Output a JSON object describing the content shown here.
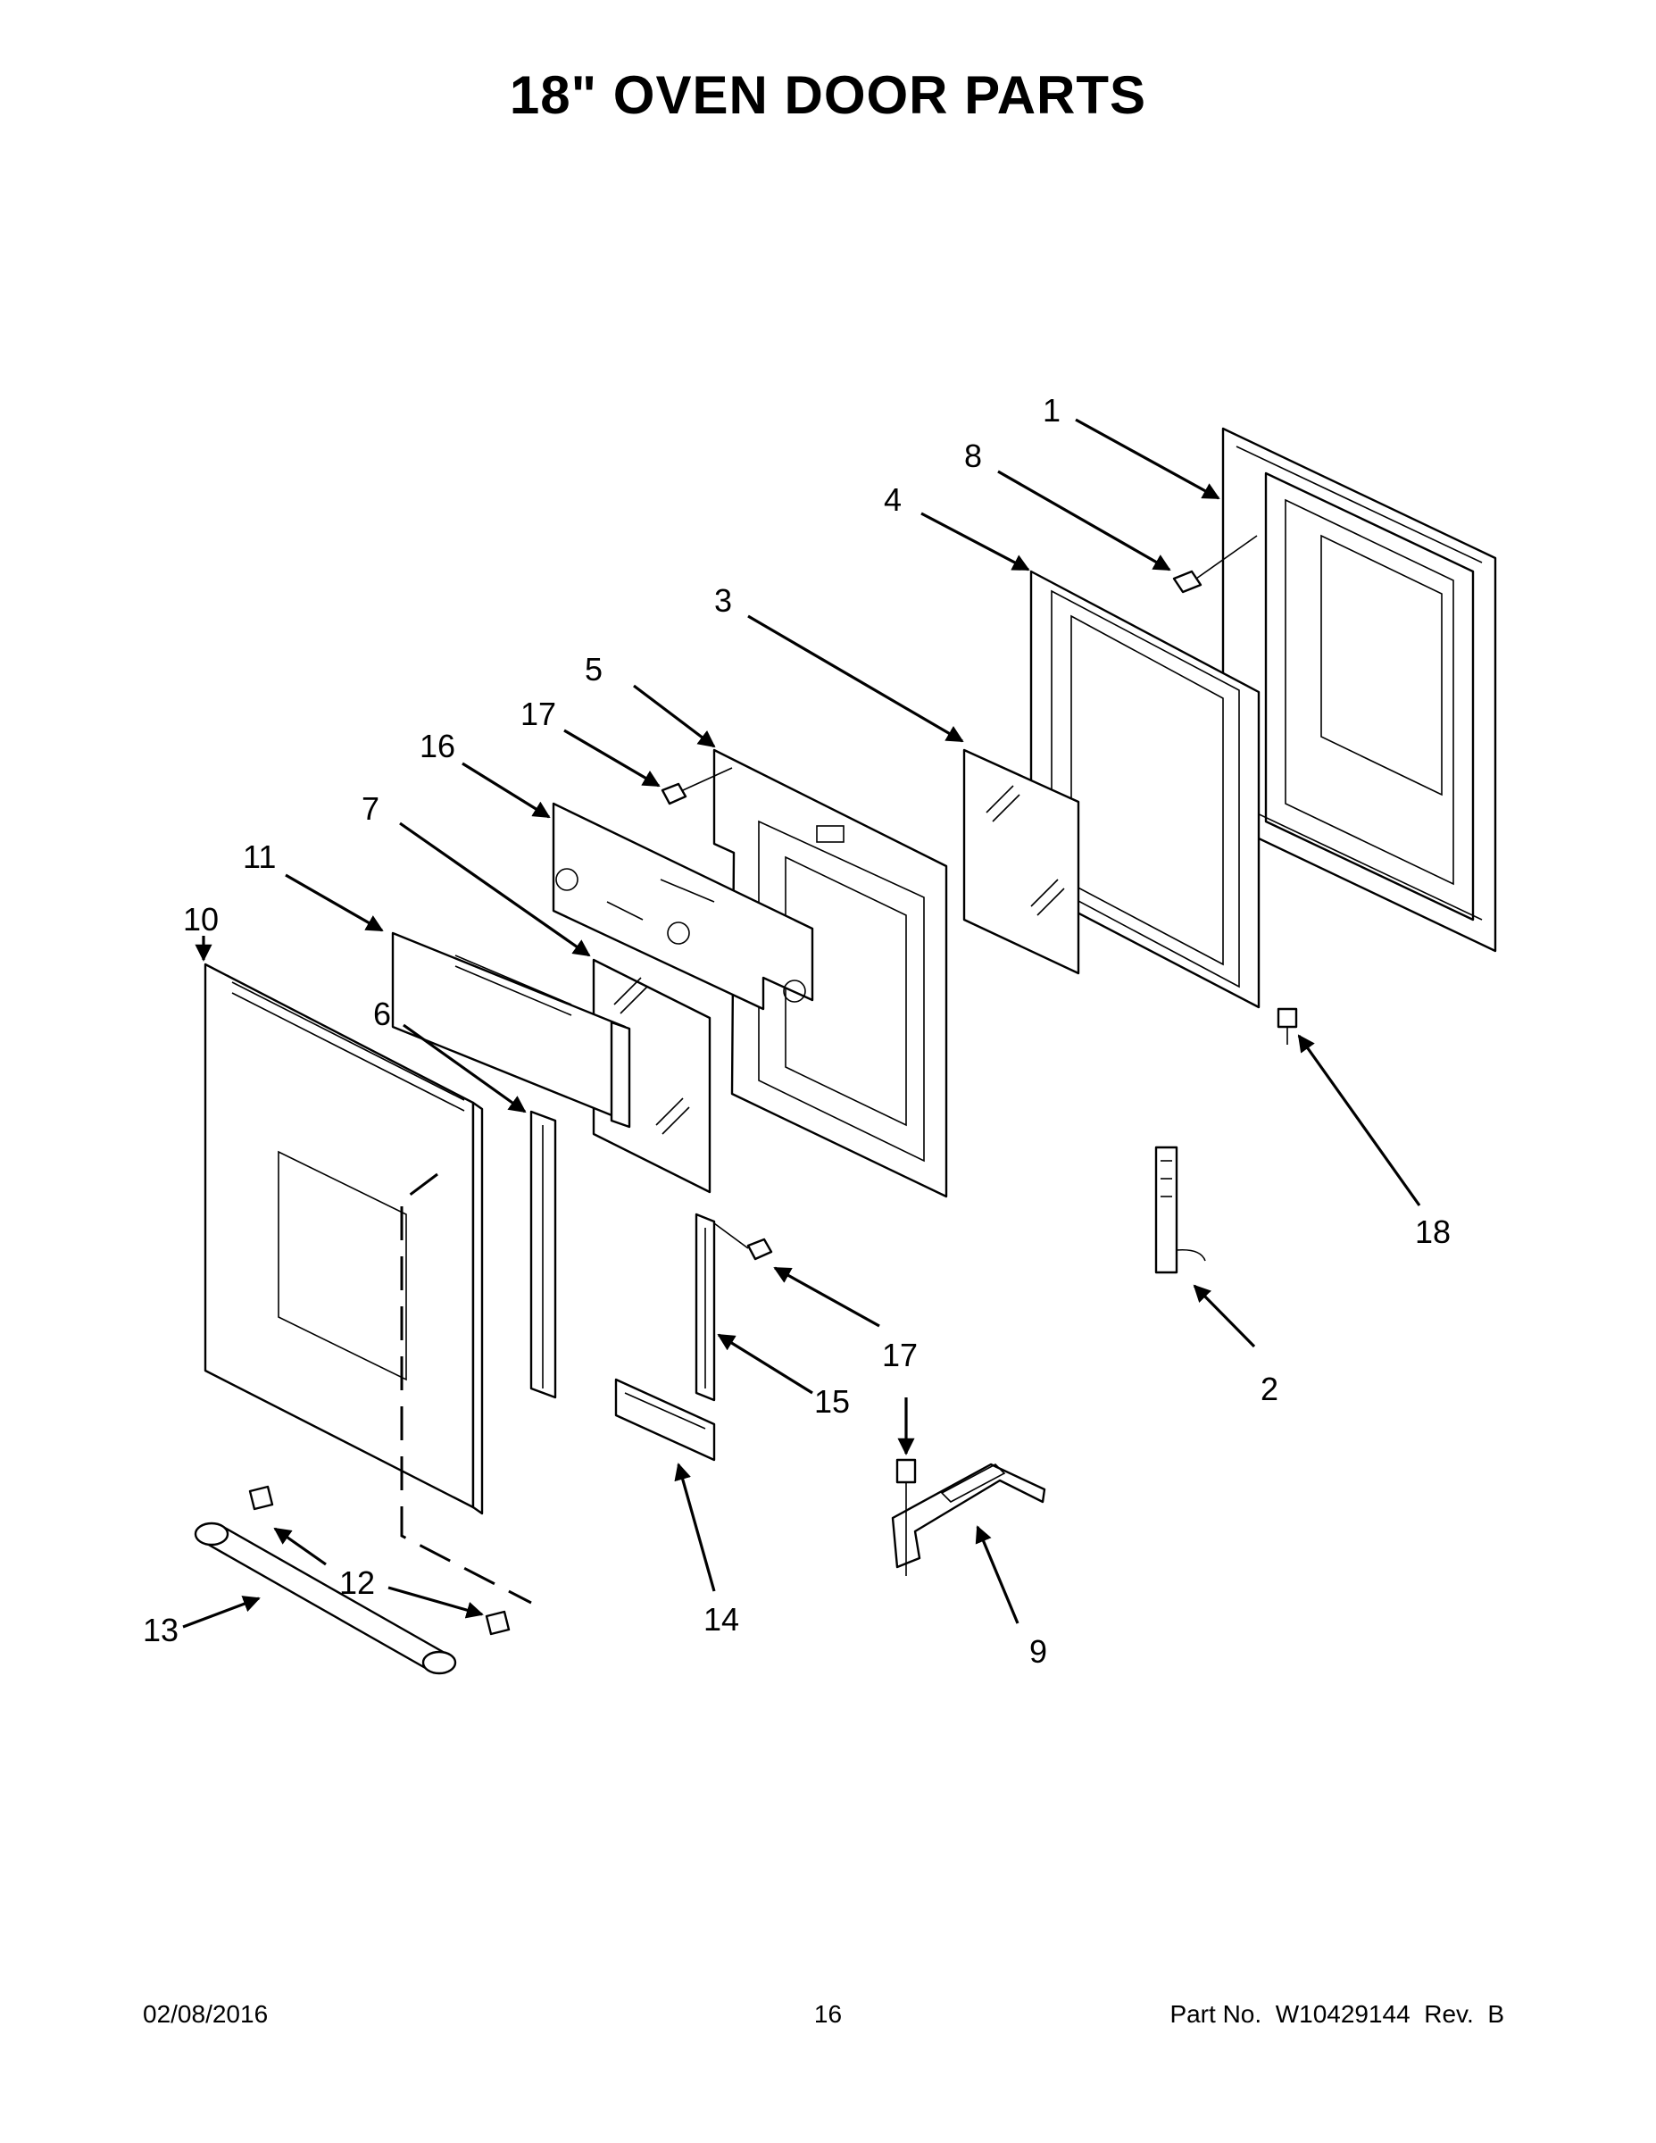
{
  "title": "18\" OVEN DOOR PARTS",
  "callouts": {
    "c1": "1",
    "c8": "8",
    "c4": "4",
    "c3": "3",
    "c5": "5",
    "c17a": "17",
    "c16": "16",
    "c7": "7",
    "c11": "11",
    "c10": "10",
    "c6": "6",
    "c18": "18",
    "c17b": "17",
    "c15": "15",
    "c2": "2",
    "c14": "14",
    "c9": "9",
    "c12": "12",
    "c13": "13"
  },
  "footer": {
    "date": "02/08/2016",
    "page": "16",
    "part_number": "Part No.  W10429144  Rev.  B"
  }
}
